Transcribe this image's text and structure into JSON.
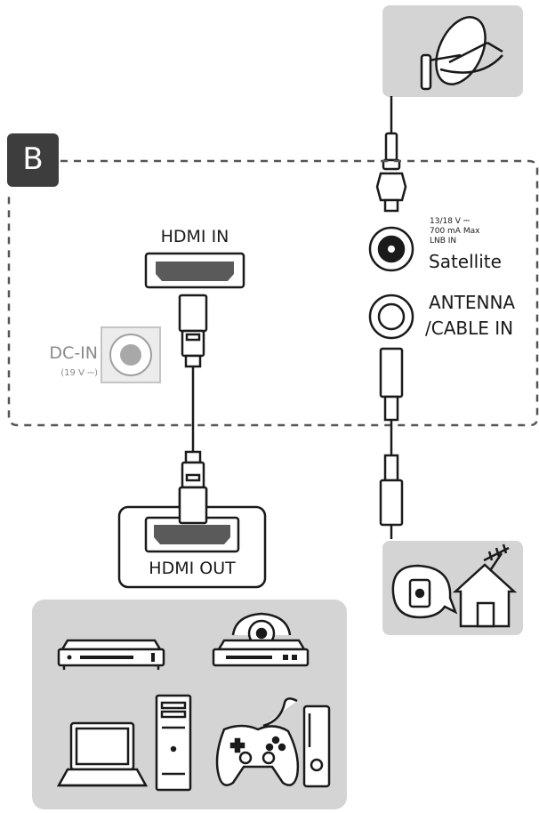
{
  "section_badge": "B",
  "hdmi_in": "HDMI IN",
  "hdmi_out": "HDMI OUT",
  "dc_in": "DC-IN",
  "dc_in_spec": "(19 V ⎓)",
  "lnb_line1": "13/18  V ⎓",
  "lnb_line2": "700 mA Max",
  "lnb_line3": "LNB IN",
  "satellite": "Satellite",
  "antenna_line1": "ANTENNA",
  "antenna_line2": "/CABLE IN",
  "colors": {
    "badge": "#3d3d3d",
    "panel": "#d4d4d4",
    "line": "#1a1a1a",
    "dashed": "#555555",
    "grey_text": "#8a8a8a"
  },
  "icons": [
    "satellite-dish-icon",
    "tv-antenna-house-icon",
    "dvd-player-icon",
    "disc-player-icon",
    "laptop-icon",
    "desktop-tower-icon",
    "gamepad-icon",
    "game-console-icon"
  ]
}
